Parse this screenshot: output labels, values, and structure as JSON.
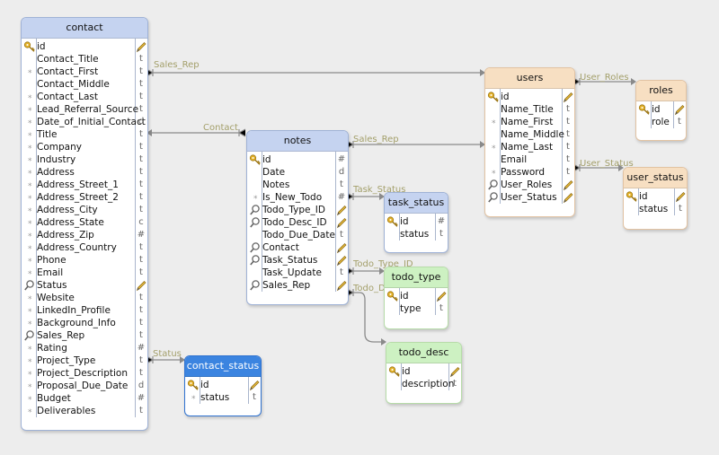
{
  "tables": [
    {
      "id": "contact",
      "theme": "blue",
      "title": "contact",
      "fields": [
        {
          "name": "id",
          "key": "pk",
          "type": "",
          "edit": true
        },
        {
          "name": "Contact_Title",
          "key": "",
          "type": "t",
          "edit": false
        },
        {
          "name": "Contact_First",
          "key": "dot",
          "type": "t",
          "edit": false
        },
        {
          "name": "Contact_Middle",
          "key": "",
          "type": "t",
          "edit": false
        },
        {
          "name": "Contact_Last",
          "key": "dot",
          "type": "t",
          "edit": false
        },
        {
          "name": "Lead_Referral_Source",
          "key": "dot",
          "type": "t",
          "edit": false
        },
        {
          "name": "Date_of_Initial_Contact",
          "key": "dot",
          "type": "d",
          "edit": false
        },
        {
          "name": "Title",
          "key": "dot",
          "type": "t",
          "edit": false
        },
        {
          "name": "Company",
          "key": "dot",
          "type": "t",
          "edit": false
        },
        {
          "name": "Industry",
          "key": "dot",
          "type": "t",
          "edit": false
        },
        {
          "name": "Address",
          "key": "dot",
          "type": "t",
          "edit": false
        },
        {
          "name": "Address_Street_1",
          "key": "dot",
          "type": "t",
          "edit": false
        },
        {
          "name": "Address_Street_2",
          "key": "dot",
          "type": "t",
          "edit": false
        },
        {
          "name": "Address_City",
          "key": "dot",
          "type": "t",
          "edit": false
        },
        {
          "name": "Address_State",
          "key": "dot",
          "type": "c",
          "edit": false
        },
        {
          "name": "Address_Zip",
          "key": "dot",
          "type": "#",
          "edit": false
        },
        {
          "name": "Address_Country",
          "key": "dot",
          "type": "t",
          "edit": false
        },
        {
          "name": "Phone",
          "key": "dot",
          "type": "t",
          "edit": false
        },
        {
          "name": "Email",
          "key": "dot",
          "type": "t",
          "edit": false
        },
        {
          "name": "Status",
          "key": "fk",
          "type": "",
          "edit": true
        },
        {
          "name": "Website",
          "key": "dot",
          "type": "t",
          "edit": false
        },
        {
          "name": "LinkedIn_Profile",
          "key": "dot",
          "type": "t",
          "edit": false
        },
        {
          "name": "Background_Info",
          "key": "dot",
          "type": "t",
          "edit": false
        },
        {
          "name": "Sales_Rep",
          "key": "fk",
          "type": "t",
          "edit": false
        },
        {
          "name": "Rating",
          "key": "dot",
          "type": "#",
          "edit": false
        },
        {
          "name": "Project_Type",
          "key": "dot",
          "type": "t",
          "edit": false
        },
        {
          "name": "Project_Description",
          "key": "dot",
          "type": "t",
          "edit": false
        },
        {
          "name": "Proposal_Due_Date",
          "key": "dot",
          "type": "d",
          "edit": false
        },
        {
          "name": "Budget",
          "key": "dot",
          "type": "#",
          "edit": false
        },
        {
          "name": "Deliverables",
          "key": "dot",
          "type": "t",
          "edit": false
        }
      ]
    },
    {
      "id": "notes",
      "theme": "blue",
      "title": "notes",
      "fields": [
        {
          "name": "id",
          "key": "pk",
          "type": "#",
          "edit": false
        },
        {
          "name": "Date",
          "key": "",
          "type": "d",
          "edit": false
        },
        {
          "name": "Notes",
          "key": "",
          "type": "t",
          "edit": false
        },
        {
          "name": "Is_New_Todo",
          "key": "dot",
          "type": "#",
          "edit": false
        },
        {
          "name": "Todo_Type_ID",
          "key": "fk",
          "type": "",
          "edit": true
        },
        {
          "name": "Todo_Desc_ID",
          "key": "fk",
          "type": "",
          "edit": true
        },
        {
          "name": "Todo_Due_Date",
          "key": "",
          "type": "t",
          "edit": false
        },
        {
          "name": "Contact",
          "key": "fk",
          "type": "",
          "edit": true
        },
        {
          "name": "Task_Status",
          "key": "fk",
          "type": "",
          "edit": true
        },
        {
          "name": "Task_Update",
          "key": "",
          "type": "t",
          "edit": false
        },
        {
          "name": "Sales_Rep",
          "key": "fk",
          "type": "",
          "edit": true
        }
      ]
    },
    {
      "id": "users",
      "theme": "orange",
      "title": "users",
      "fields": [
        {
          "name": "id",
          "key": "pk",
          "type": "",
          "edit": true
        },
        {
          "name": "Name_Title",
          "key": "",
          "type": "t",
          "edit": false
        },
        {
          "name": "Name_First",
          "key": "dot",
          "type": "t",
          "edit": false
        },
        {
          "name": "Name_Middle",
          "key": "",
          "type": "t",
          "edit": false
        },
        {
          "name": "Name_Last",
          "key": "dot",
          "type": "t",
          "edit": false
        },
        {
          "name": "Email",
          "key": "",
          "type": "t",
          "edit": false
        },
        {
          "name": "Password",
          "key": "dot",
          "type": "t",
          "edit": false
        },
        {
          "name": "User_Roles",
          "key": "fk",
          "type": "",
          "edit": true
        },
        {
          "name": "User_Status",
          "key": "fk",
          "type": "",
          "edit": true
        }
      ]
    },
    {
      "id": "roles",
      "theme": "orange",
      "title": "roles",
      "fields": [
        {
          "name": "id",
          "key": "pk",
          "type": "",
          "edit": true
        },
        {
          "name": "role",
          "key": "",
          "type": "t",
          "edit": false
        }
      ]
    },
    {
      "id": "user_status",
      "theme": "orange",
      "title": "user_status",
      "fields": [
        {
          "name": "id",
          "key": "pk",
          "type": "",
          "edit": true
        },
        {
          "name": "status",
          "key": "",
          "type": "t",
          "edit": false
        }
      ]
    },
    {
      "id": "task_status",
      "theme": "blue",
      "title": "task_status",
      "fields": [
        {
          "name": "id",
          "key": "pk",
          "type": "#",
          "edit": false
        },
        {
          "name": "status",
          "key": "",
          "type": "t",
          "edit": false
        }
      ]
    },
    {
      "id": "todo_type",
      "theme": "green",
      "title": "todo_type",
      "fields": [
        {
          "name": "id",
          "key": "pk",
          "type": "",
          "edit": true
        },
        {
          "name": "type",
          "key": "",
          "type": "t",
          "edit": false
        }
      ]
    },
    {
      "id": "todo_desc",
      "theme": "green",
      "title": "todo_desc",
      "fields": [
        {
          "name": "id",
          "key": "pk",
          "type": "",
          "edit": true
        },
        {
          "name": "description",
          "key": "",
          "type": "t",
          "edit": false
        }
      ]
    },
    {
      "id": "contact_status",
      "theme": "dark",
      "title": "contact_status",
      "fields": [
        {
          "name": "id",
          "key": "pk",
          "type": "",
          "edit": true
        },
        {
          "name": "status",
          "key": "dot",
          "type": "t",
          "edit": false
        }
      ]
    }
  ],
  "relations": [
    {
      "id": "contact-sales_rep",
      "label": "Sales_Rep"
    },
    {
      "id": "notes-contact",
      "label": "Contact"
    },
    {
      "id": "notes-sales_rep",
      "label": "Sales_Rep"
    },
    {
      "id": "users-user_roles",
      "label": "User_Roles"
    },
    {
      "id": "users-user_status",
      "label": "User_Status"
    },
    {
      "id": "notes-task_status",
      "label": "Task_Status"
    },
    {
      "id": "notes-todo_type_id",
      "label": "Todo_Type_ID"
    },
    {
      "id": "notes-todo_desc_id",
      "label": "Todo_D"
    },
    {
      "id": "contact-status",
      "label": "Status"
    }
  ],
  "colors": {
    "link": "#8a8a8a",
    "label": "#a39f6a"
  }
}
